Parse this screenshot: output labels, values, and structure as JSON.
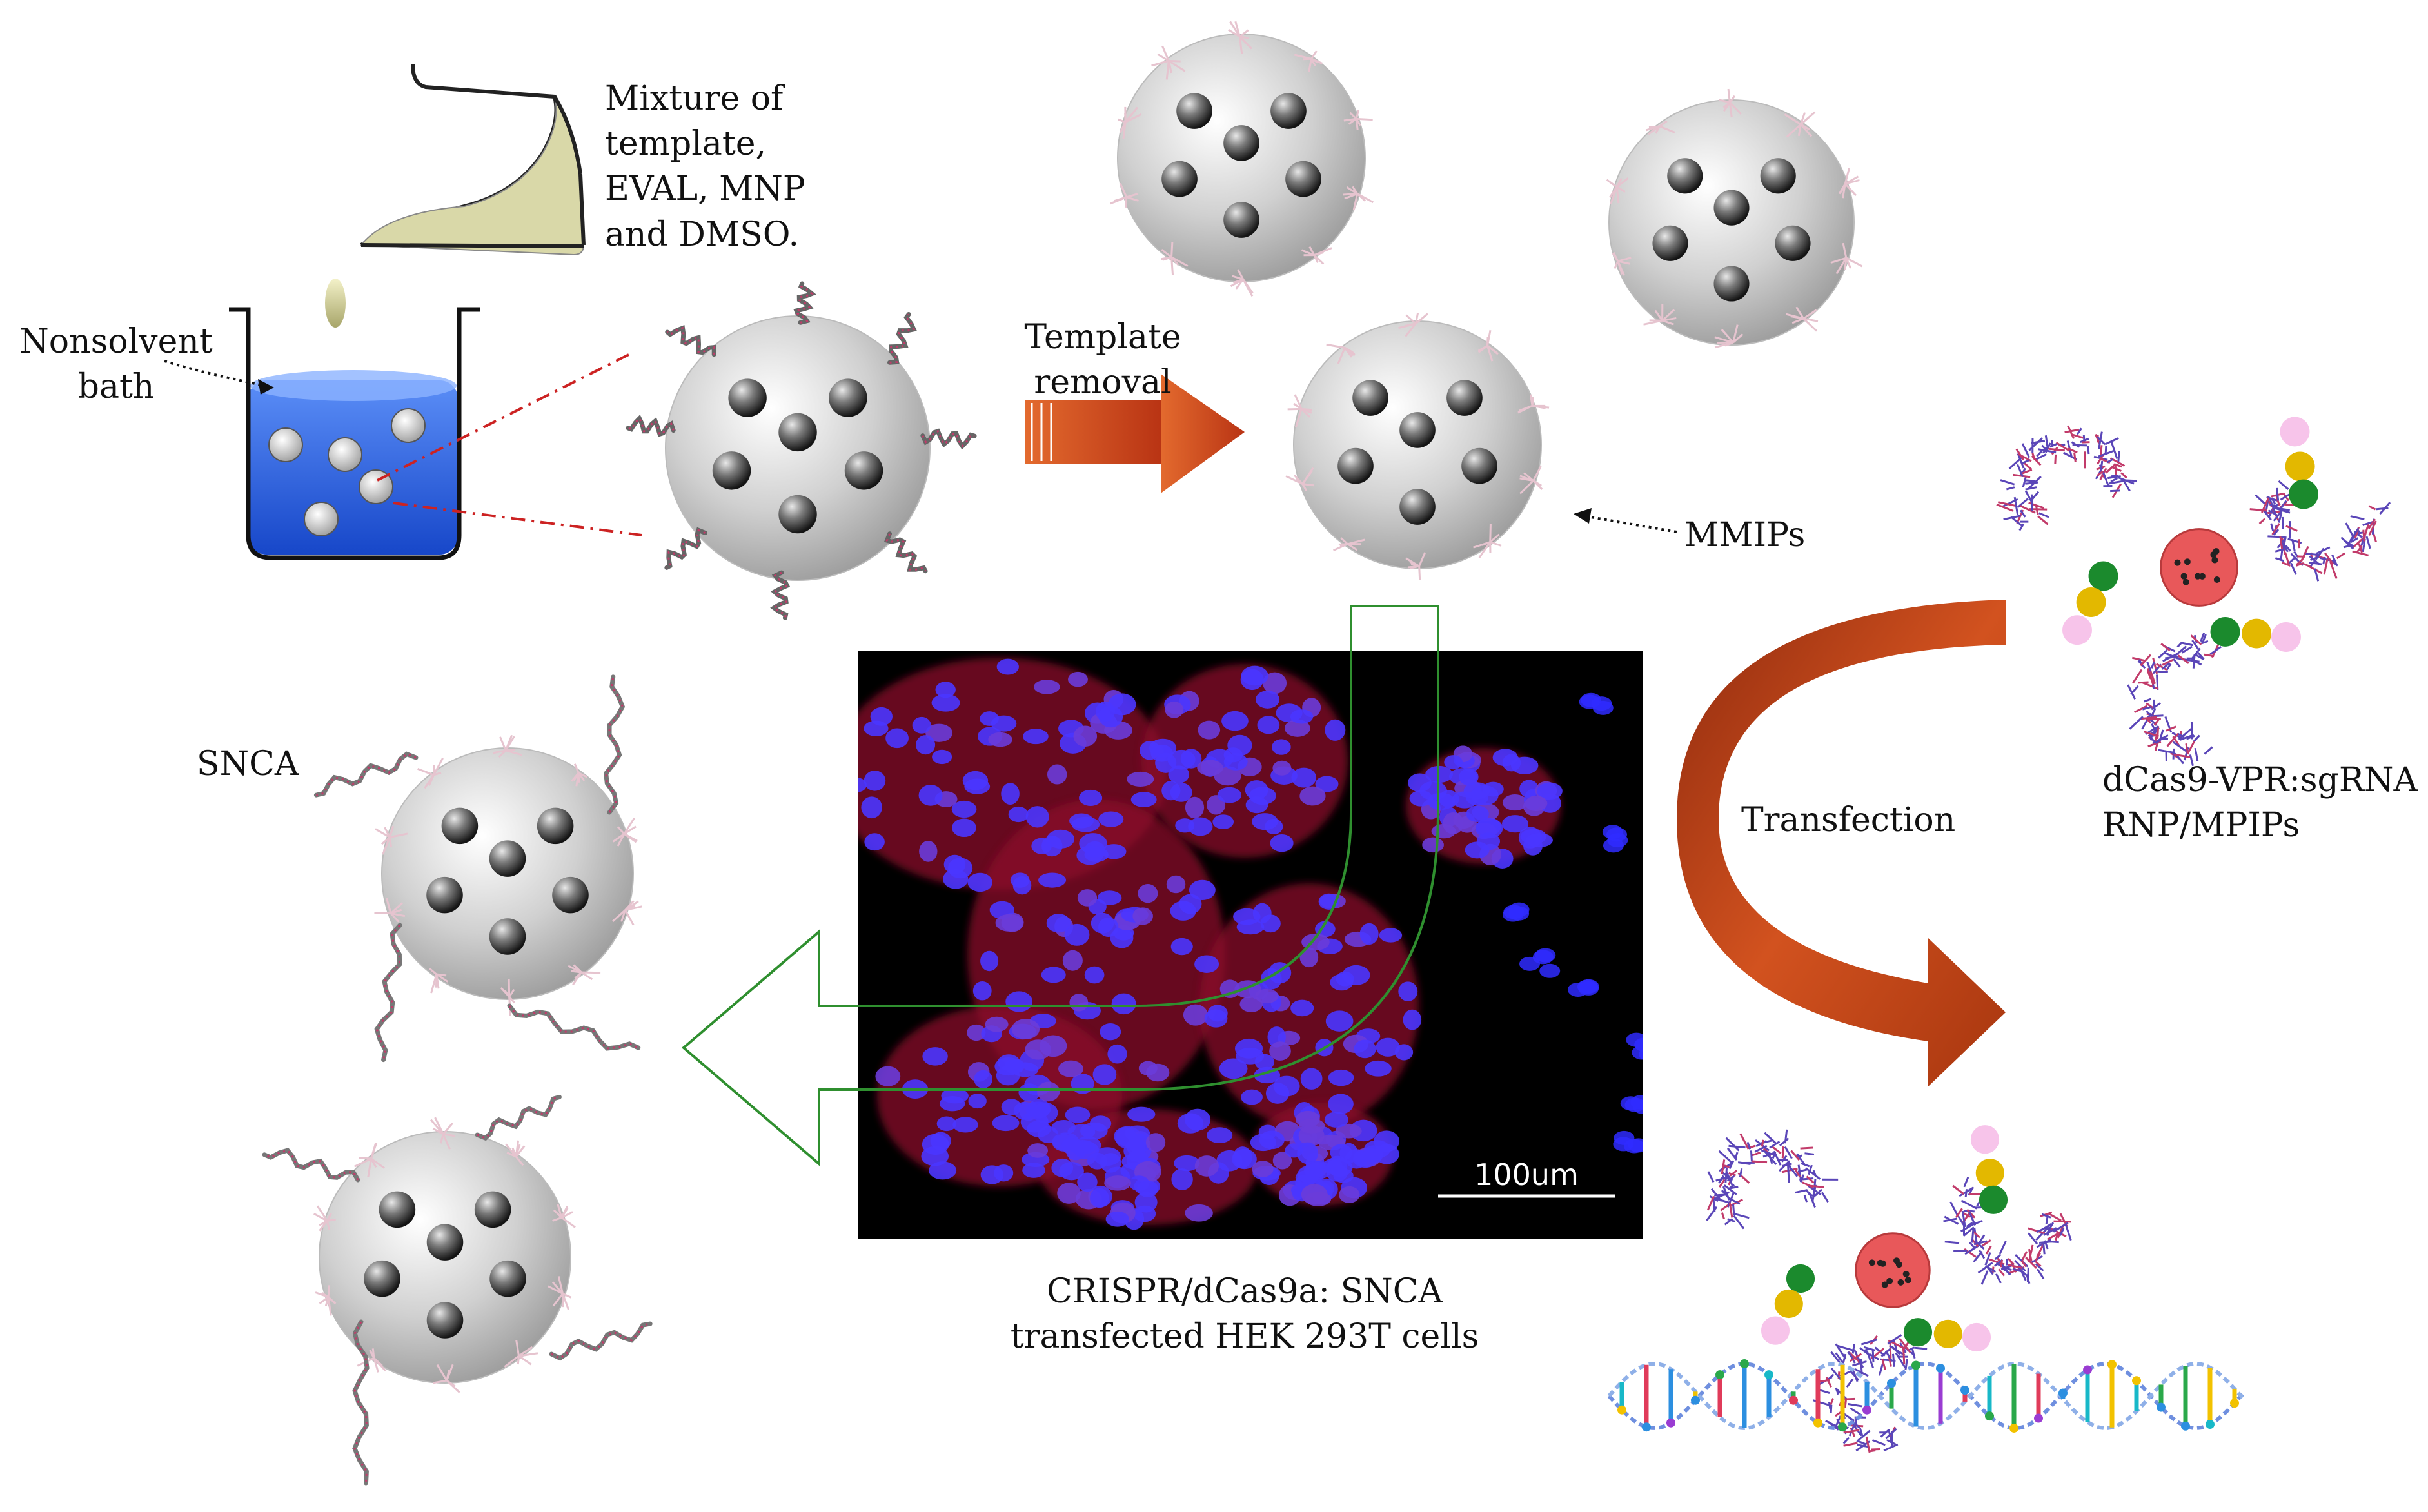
{
  "labels": {
    "mixture": "Mixture of\ntemplate,\nEVAL, MNP\nand DMSO.",
    "nonsolvent_bath": "Nonsolvent\nbath",
    "template_removal": "Template\nremoval",
    "mmips": "MMIPs",
    "snca": "SNCA",
    "transfection": "Transfection",
    "rnp": "dCas9-VPR:sgRNA\nRNP/MPIPs",
    "micrograph_caption": "CRISPR/dCas9a: SNCA\ntransfected HEK 293T cells",
    "scale_bar": "100um"
  },
  "colors": {
    "bath_water": "#1e63e6",
    "arrow_orange": "#c9431c",
    "outline_green": "#2f8f2f",
    "bead_grey": "#c9c9c9",
    "dashed_red": "#cc2222",
    "protein_purple": "#5a46b8",
    "dna_blue": "#3a6fd8",
    "micrograph_nuclei": "#3b2cff",
    "micrograph_cytoplasm": "#c0103a"
  }
}
